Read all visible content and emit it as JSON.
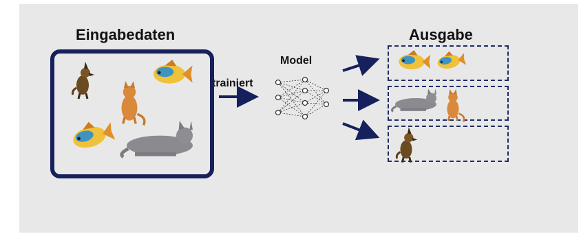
{
  "titles": {
    "input": "Eingabedaten",
    "output": "Ausgabe",
    "model": "Model",
    "trained": "trainiert"
  },
  "colors": {
    "accent": "#15205c",
    "background": "#e8e8e8"
  },
  "input_items": [
    "dog",
    "cat",
    "fish",
    "fish",
    "cat"
  ],
  "output_groups": [
    {
      "items": [
        "fish",
        "fish"
      ]
    },
    {
      "items": [
        "cat",
        "cat"
      ]
    },
    {
      "items": [
        "dog"
      ]
    }
  ]
}
